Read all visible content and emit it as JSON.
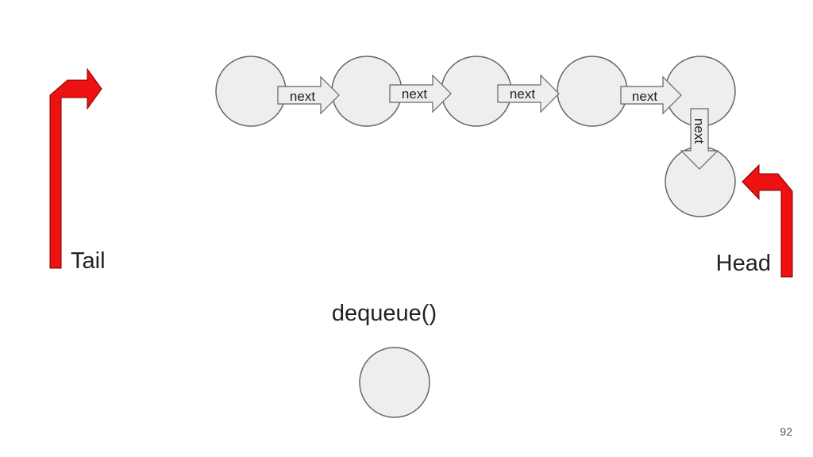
{
  "slide": {
    "page_number": "92",
    "operation": "dequeue()"
  },
  "pointers": {
    "tail": "Tail",
    "head": "Head"
  },
  "arrows": {
    "next": [
      "next",
      "next",
      "next",
      "next",
      "next"
    ]
  },
  "colors": {
    "node_fill": "#eeeeee",
    "node_stroke": "#666666",
    "pointer_fill": "#ee1111",
    "pointer_stroke": "#7a0000"
  }
}
